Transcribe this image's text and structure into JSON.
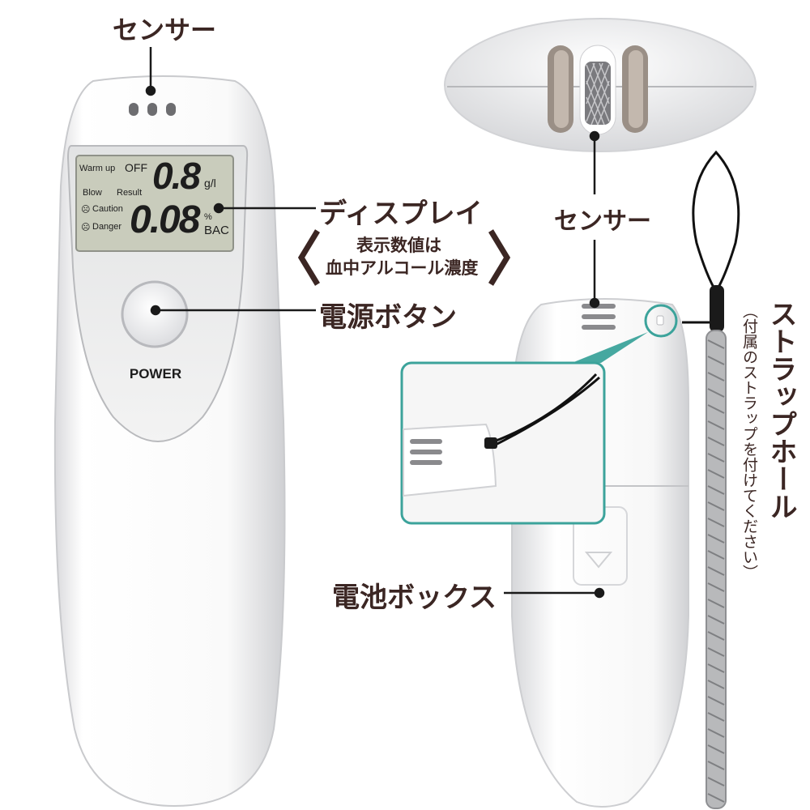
{
  "callouts": {
    "sensor_front": "センサー",
    "display": "ディスプレイ",
    "display_note_line1": "表示数値は",
    "display_note_line2": "血中アルコール濃度",
    "power_button": "電源ボタン",
    "sensor_top": "センサー",
    "battery_box": "電池ボックス",
    "strap_hole": "ストラップホール",
    "strap_note": "（付属のストラップを付けてください）"
  },
  "device": {
    "lcd": {
      "warm_up": "Warm up",
      "off": "OFF",
      "reading_gl": "0.8",
      "unit_gl": "g/l",
      "blow": "Blow",
      "result": "Result",
      "caution": "Caution",
      "danger": "Danger",
      "reading_bac": "0.08",
      "percent": "%",
      "unit_bac": "BAC"
    },
    "power_label": "POWER"
  },
  "colors": {
    "label_text": "#3b2623",
    "lcd_background": "#c9ccbc",
    "lcd_segments": "#1d1d1d",
    "inset_border": "#3ca39b"
  },
  "icons": [
    "sensor-holes-icon",
    "power-button-icon",
    "strap-icon",
    "display-bracket-icon"
  ]
}
